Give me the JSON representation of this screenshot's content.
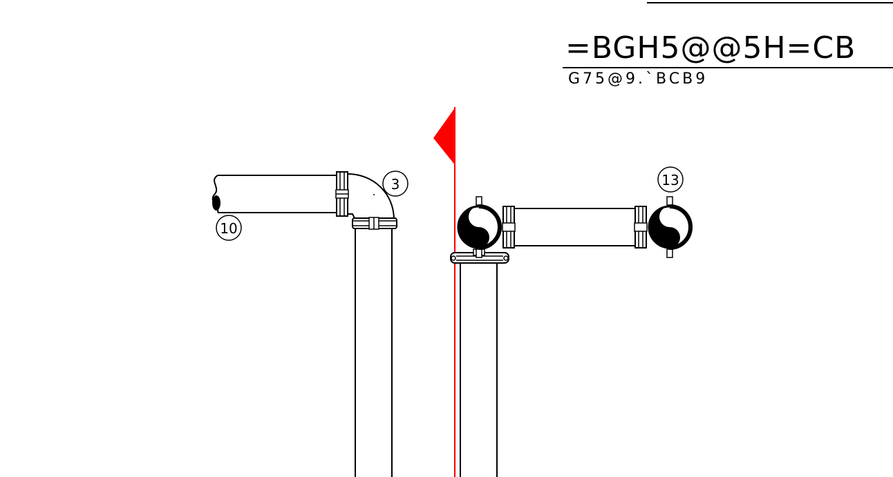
{
  "title_block": {
    "main_text": "=BGH5@@5H=CB",
    "sub_text": "G75@9.`BCB9"
  },
  "callouts": {
    "c3": "3",
    "c10": "10",
    "c13": "13"
  },
  "colors": {
    "line": "#000000",
    "marker": "#ff0000",
    "background": "#ffffff"
  }
}
